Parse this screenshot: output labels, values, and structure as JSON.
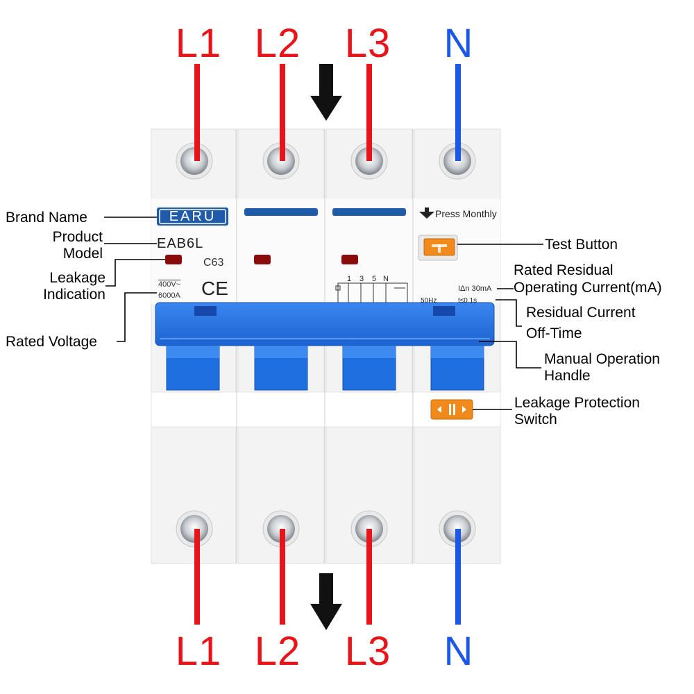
{
  "colors": {
    "phase_red": "#e8141a",
    "neutral_blue": "#1b58e8",
    "handle_blue": "#1e6fe0",
    "strip_blue": "#1f5ba8",
    "indicator_red": "#8a0c0c",
    "test_orange": "#f08a1c",
    "body_white": "#f2f2f2",
    "callout_line": "#000000"
  },
  "terminals_top": [
    "L1",
    "L2",
    "L3",
    "N"
  ],
  "terminals_bottom": [
    "L1",
    "L2",
    "L3",
    "N"
  ],
  "device": {
    "brand": "EARU",
    "model": "EAB6L",
    "rating": "C63",
    "voltage": "400V~",
    "breaking_capacity": "6000A",
    "ce_mark": "CE",
    "press_monthly": "Press Monthly",
    "residual_current": "IΔn 30mA",
    "off_time": "t≤0.1s",
    "frequency": "50Hz",
    "wiring_labels": [
      "1",
      "3",
      "5",
      "N"
    ]
  },
  "callouts": {
    "brand_name": "Brand Name",
    "product_model_1": "Product",
    "product_model_2": "Model",
    "leakage_indication_1": "Leakage",
    "leakage_indication_2": "Indication",
    "rated_voltage": "Rated Voltage",
    "test_button": "Test Button",
    "rated_residual_1": "Rated Residual",
    "rated_residual_2": "Operating Current(mA)",
    "residual_offtime_1": "Residual Current",
    "residual_offtime_2": "Off-Time",
    "manual_handle_1": "Manual Operation",
    "manual_handle_2": "Handle",
    "leakage_switch_1": "Leakage Protection",
    "leakage_switch_2": "Switch"
  }
}
